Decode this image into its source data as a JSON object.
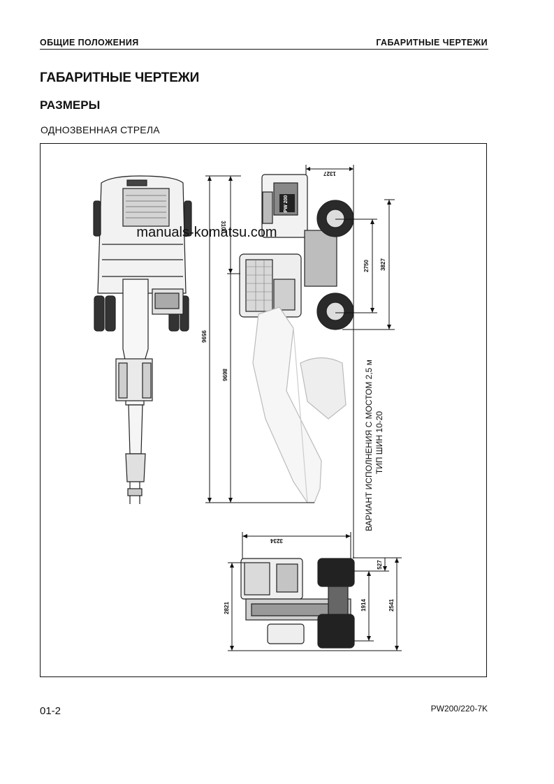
{
  "header": {
    "section_left": "ОБЩИЕ ПОЛОЖЕНИЯ",
    "section_right": "ГАБАРИТНЫЕ ЧЕРТЕЖИ"
  },
  "page": {
    "title": "ГАБАРИТНЫЕ ЧЕРТЕЖИ",
    "subtitle": "РАЗМЕРЫ",
    "caption": "ОДНОЗВЕННАЯ СТРЕЛА"
  },
  "drawing": {
    "watermark": "manuals-komatsu.com",
    "cab_badge": "PW 200",
    "variant_line1": "ВАРИАНТ ИСПОЛНЕНИЯ С МОСТОМ 2,5 м",
    "variant_line2": "ТИП ШИН 10-20",
    "dimensions": {
      "tail_swing": "1327",
      "dim_3100": "3100",
      "wheelbase": "2750",
      "chassis_length": "3827",
      "overall_length": "9596",
      "boom_length": "8696",
      "front_width": "3234",
      "track_side": "527",
      "track_width": "1914",
      "overall_width": "2541",
      "upper_width": "2821"
    }
  },
  "footer": {
    "page_number": "01-2",
    "model": "PW200/220-7K"
  }
}
